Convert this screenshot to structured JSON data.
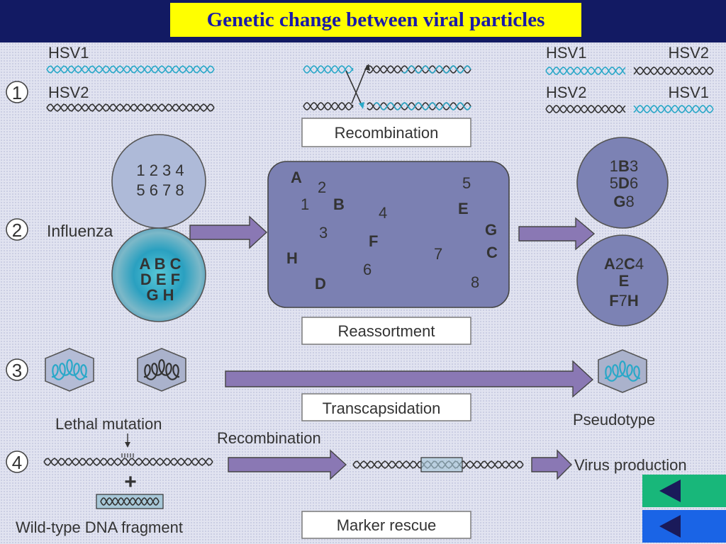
{
  "title": "Genetic change between viral particles",
  "colors": {
    "banner": "#121a63",
    "title_bg": "#ffff00",
    "title_text": "#1a1aa8",
    "strand_cyan": "#2aa8c8",
    "strand_dark": "#333333",
    "arrow_fill": "#8a78b4",
    "reassort_box": "#7b80b2",
    "circle_dark": "#7c82b4",
    "circle_light": "#aeb8d8",
    "nav_prev": "#18b77a",
    "nav_next": "#1a64e6"
  },
  "section1": {
    "number": "1",
    "left": {
      "top_label": "HSV1",
      "bottom_label": "HSV2"
    },
    "right": {
      "top_left": "HSV1",
      "top_right": "HSV2",
      "bottom_left": "HSV2",
      "bottom_right": "HSV1"
    },
    "caption": "Recombination"
  },
  "section2": {
    "number": "2",
    "label": "Influenza",
    "numbers_circle": {
      "row1": "1 2 3 4",
      "row2": "5 6 7 8"
    },
    "letters_circle": {
      "row1": "A B C",
      "row2": "D E F",
      "row3": "G H"
    },
    "box_segments": [
      {
        "t": "A",
        "bold": true
      },
      {
        "t": "2",
        "bold": false
      },
      {
        "t": "1",
        "bold": false
      },
      {
        "t": "B",
        "bold": true
      },
      {
        "t": "4",
        "bold": false
      },
      {
        "t": "3",
        "bold": false
      },
      {
        "t": "F",
        "bold": true
      },
      {
        "t": "H",
        "bold": true
      },
      {
        "t": "6",
        "bold": false
      },
      {
        "t": "D",
        "bold": true
      },
      {
        "t": "5",
        "bold": false
      },
      {
        "t": "E",
        "bold": true
      },
      {
        "t": "G",
        "bold": true
      },
      {
        "t": "C",
        "bold": true
      },
      {
        "t": "7",
        "bold": false
      },
      {
        "t": "8",
        "bold": false
      }
    ],
    "result_top": {
      "row1": [
        {
          "t": "1",
          "bold": false
        },
        {
          "t": "B",
          "bold": true
        },
        {
          "t": "3",
          "bold": false
        }
      ],
      "row2": [
        {
          "t": "5",
          "bold": false
        },
        {
          "t": "D",
          "bold": true
        },
        {
          "t": "6",
          "bold": false
        }
      ],
      "row3": [
        {
          "t": "G",
          "bold": true
        },
        {
          "t": "8",
          "bold": false
        }
      ]
    },
    "result_bottom": {
      "row1": [
        {
          "t": "A",
          "bold": true
        },
        {
          "t": "2",
          "bold": false
        },
        {
          "t": "C",
          "bold": true
        },
        {
          "t": "4",
          "bold": false
        }
      ],
      "row2": [
        {
          "t": "E",
          "bold": true
        }
      ],
      "row3": [
        {
          "t": "F",
          "bold": true
        },
        {
          "t": "7",
          "bold": false
        },
        {
          "t": "H",
          "bold": true
        }
      ]
    },
    "caption": "Reassortment"
  },
  "section3": {
    "number": "3",
    "mutation_label": "Lethal mutation",
    "result_label": "Pseudotype",
    "caption": "Transcapsidation"
  },
  "section4": {
    "number": "4",
    "step_label": "Recombination",
    "fragment_label": "Wild-type DNA fragment",
    "result_label": "Virus production",
    "plus": "+",
    "caption": "Marker rescue"
  },
  "nav": {
    "prev_icon": "triangle-left-icon",
    "next_icon": "triangle-left-icon"
  }
}
